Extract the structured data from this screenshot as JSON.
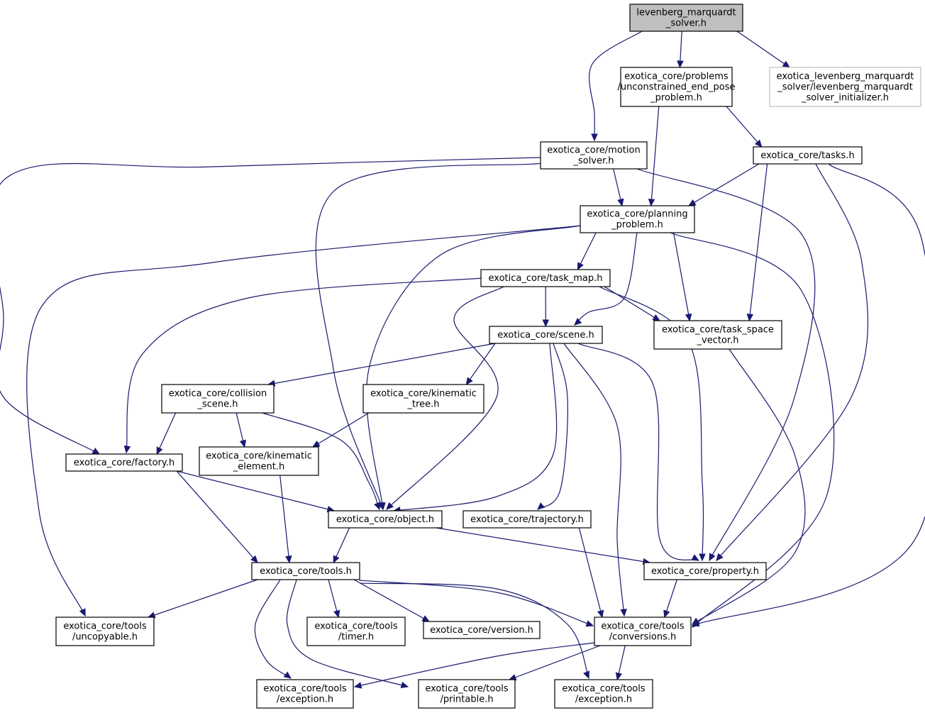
{
  "graph": {
    "title": "",
    "nodes": [
      {
        "id": "root",
        "lines": [
          "levenberg_marquardt",
          "_solver.h"
        ],
        "kind": "root"
      },
      {
        "id": "unconstrained",
        "lines": [
          "exotica_core/problems",
          "/unconstrained_end_pose",
          "_problem.h"
        ],
        "kind": "normal"
      },
      {
        "id": "initializer",
        "lines": [
          "exotica_levenberg_marquardt",
          "_solver/levenberg_marquardt",
          "_solver_initializer.h"
        ],
        "kind": "external"
      },
      {
        "id": "motion_solver",
        "lines": [
          "exotica_core/motion",
          "_solver.h"
        ],
        "kind": "normal"
      },
      {
        "id": "tasks",
        "lines": [
          "exotica_core/tasks.h"
        ],
        "kind": "normal"
      },
      {
        "id": "planning_problem",
        "lines": [
          "exotica_core/planning",
          "_problem.h"
        ],
        "kind": "normal"
      },
      {
        "id": "task_map",
        "lines": [
          "exotica_core/task_map.h"
        ],
        "kind": "normal"
      },
      {
        "id": "scene",
        "lines": [
          "exotica_core/scene.h"
        ],
        "kind": "normal"
      },
      {
        "id": "task_space_vector",
        "lines": [
          "exotica_core/task_space",
          "_vector.h"
        ],
        "kind": "normal"
      },
      {
        "id": "collision_scene",
        "lines": [
          "exotica_core/collision",
          "_scene.h"
        ],
        "kind": "normal"
      },
      {
        "id": "kinematic_tree",
        "lines": [
          "exotica_core/kinematic",
          "_tree.h"
        ],
        "kind": "normal"
      },
      {
        "id": "factory",
        "lines": [
          "exotica_core/factory.h"
        ],
        "kind": "normal"
      },
      {
        "id": "kinematic_element",
        "lines": [
          "exotica_core/kinematic",
          "_element.h"
        ],
        "kind": "normal"
      },
      {
        "id": "object",
        "lines": [
          "exotica_core/object.h"
        ],
        "kind": "normal"
      },
      {
        "id": "trajectory",
        "lines": [
          "exotica_core/trajectory.h"
        ],
        "kind": "normal"
      },
      {
        "id": "tools",
        "lines": [
          "exotica_core/tools.h"
        ],
        "kind": "normal"
      },
      {
        "id": "property",
        "lines": [
          "exotica_core/property.h"
        ],
        "kind": "normal"
      },
      {
        "id": "uncopyable",
        "lines": [
          "exotica_core/tools",
          "/uncopyable.h"
        ],
        "kind": "normal"
      },
      {
        "id": "timer",
        "lines": [
          "exotica_core/tools",
          "/timer.h"
        ],
        "kind": "normal"
      },
      {
        "id": "version",
        "lines": [
          "exotica_core/version.h"
        ],
        "kind": "normal"
      },
      {
        "id": "conversions",
        "lines": [
          "exotica_core/tools",
          "/conversions.h"
        ],
        "kind": "normal"
      },
      {
        "id": "exception1",
        "lines": [
          "exotica_core/tools",
          "/exception.h"
        ],
        "kind": "normal"
      },
      {
        "id": "printable",
        "lines": [
          "exotica_core/tools",
          "/printable.h"
        ],
        "kind": "normal"
      },
      {
        "id": "exception2",
        "lines": [
          "exotica_core/tools",
          "/exception.h"
        ],
        "kind": "normal"
      }
    ],
    "edges": [
      [
        "root",
        "motion_solver"
      ],
      [
        "root",
        "unconstrained"
      ],
      [
        "root",
        "initializer"
      ],
      [
        "unconstrained",
        "tasks"
      ],
      [
        "unconstrained",
        "planning_problem"
      ],
      [
        "motion_solver",
        "planning_problem"
      ],
      [
        "motion_solver",
        "factory"
      ],
      [
        "motion_solver",
        "object"
      ],
      [
        "motion_solver",
        "property"
      ],
      [
        "tasks",
        "planning_problem"
      ],
      [
        "tasks",
        "task_space_vector"
      ],
      [
        "tasks",
        "property"
      ],
      [
        "tasks",
        "conversions"
      ],
      [
        "planning_problem",
        "task_map"
      ],
      [
        "planning_problem",
        "uncopyable"
      ],
      [
        "planning_problem",
        "object"
      ],
      [
        "planning_problem",
        "scene"
      ],
      [
        "planning_problem",
        "task_space_vector"
      ],
      [
        "planning_problem",
        "conversions"
      ],
      [
        "task_map",
        "factory"
      ],
      [
        "task_map",
        "object"
      ],
      [
        "task_map",
        "scene"
      ],
      [
        "task_map",
        "task_space_vector"
      ],
      [
        "task_map",
        "property"
      ],
      [
        "scene",
        "collision_scene"
      ],
      [
        "scene",
        "kinematic_tree"
      ],
      [
        "scene",
        "object"
      ],
      [
        "scene",
        "trajectory"
      ],
      [
        "scene",
        "property"
      ],
      [
        "scene",
        "conversions"
      ],
      [
        "task_space_vector",
        "conversions"
      ],
      [
        "collision_scene",
        "factory"
      ],
      [
        "collision_scene",
        "kinematic_element"
      ],
      [
        "collision_scene",
        "object"
      ],
      [
        "kinematic_tree",
        "kinematic_element"
      ],
      [
        "factory",
        "object"
      ],
      [
        "factory",
        "tools"
      ],
      [
        "kinematic_element",
        "tools"
      ],
      [
        "object",
        "tools"
      ],
      [
        "object",
        "property"
      ],
      [
        "trajectory",
        "conversions"
      ],
      [
        "property",
        "conversions"
      ],
      [
        "tools",
        "uncopyable"
      ],
      [
        "tools",
        "timer"
      ],
      [
        "tools",
        "version"
      ],
      [
        "tools",
        "conversions"
      ],
      [
        "tools",
        "exception1"
      ],
      [
        "tools",
        "printable"
      ],
      [
        "tools",
        "exception2"
      ],
      [
        "conversions",
        "exception1"
      ],
      [
        "conversions",
        "printable"
      ],
      [
        "conversions",
        "exception2"
      ]
    ]
  }
}
